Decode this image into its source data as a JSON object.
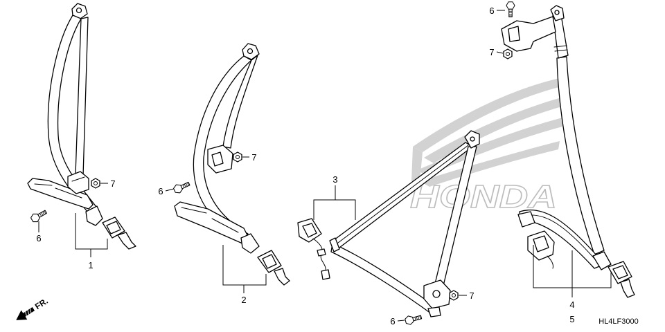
{
  "diagram": {
    "callouts": [
      {
        "label": "6"
      },
      {
        "label": "7"
      },
      {
        "label": "7"
      },
      {
        "label": "6"
      },
      {
        "label": "1"
      },
      {
        "label": "7"
      },
      {
        "label": "6"
      },
      {
        "label": "2"
      },
      {
        "label": "3"
      },
      {
        "label": "7"
      },
      {
        "label": "6"
      },
      {
        "label": "4"
      },
      {
        "label": "5"
      }
    ],
    "direction_label": "FR.",
    "diagram_code": "HL4LF3000",
    "watermark": "HONDA"
  },
  "colors": {
    "line": "#000000",
    "background": "#ffffff",
    "watermark": "#c8c8c8"
  }
}
